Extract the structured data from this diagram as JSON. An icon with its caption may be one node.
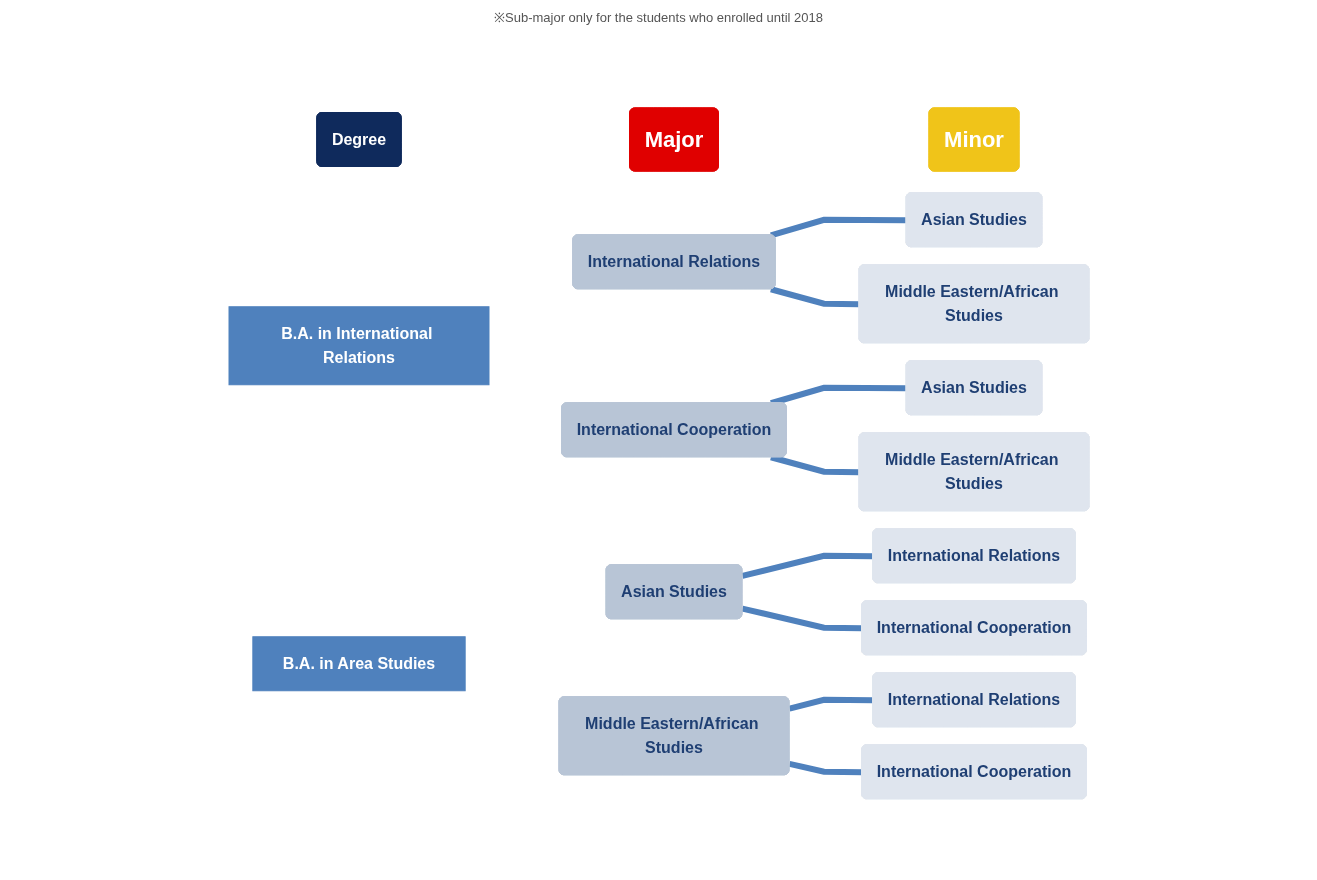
{
  "diagram": {
    "nodes": [
      {
        "text": [
          "Degree"
        ]
      },
      {
        "text": [
          "Major"
        ]
      },
      {
        "text": [
          "Minor"
        ]
      },
      {
        "text": [
          "B.A. in International Relations"
        ]
      },
      {
        "text": [
          "International Relations"
        ]
      },
      {
        "text": [
          "Asian Studies"
        ]
      },
      {
        "text": [
          "Middle Eastern/African Studies"
        ]
      },
      {
        "text": [
          "International Cooperation"
        ]
      },
      {
        "text": [
          "Asian Studies"
        ]
      },
      {
        "text": [
          "Middle Eastern/African Studies"
        ]
      },
      {
        "text": [
          "B.A. in Area Studies"
        ]
      },
      {
        "text": [
          "Asian Studies"
        ]
      },
      {
        "text": [
          "International Relations"
        ]
      },
      {
        "text": [
          "International Cooperation"
        ]
      },
      {
        "text": [
          "Middle Eastern/African Studies"
        ]
      },
      {
        "text": [
          "International Relations"
        ]
      },
      {
        "text": [
          "International Cooperation"
        ]
      }
    ],
    "edges": [
      {
        "from": 4,
        "to": 5,
        "arrow": "none"
      },
      {
        "from": 4,
        "to": 6,
        "arrow": "none"
      },
      {
        "from": 7,
        "to": 8,
        "arrow": "none"
      },
      {
        "from": 7,
        "to": 9,
        "arrow": "none"
      },
      {
        "from": 11,
        "to": 12,
        "arrow": "none"
      },
      {
        "from": 11,
        "to": 13,
        "arrow": "none"
      },
      {
        "from": 14,
        "to": 15,
        "arrow": "none"
      },
      {
        "from": 14,
        "to": 16,
        "arrow": "none"
      }
    ],
    "labels": [
      "※Sub-major only for the students who enrolled until 2018"
    ]
  }
}
